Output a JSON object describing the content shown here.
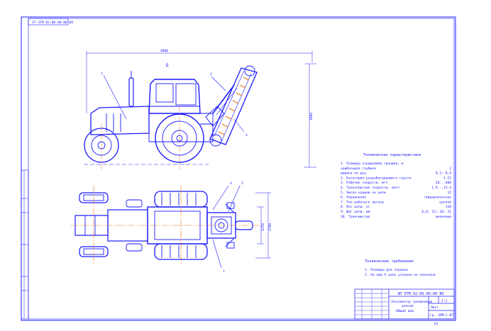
{
  "drawing": {
    "stamp_code": "ЭТ ЗТМ 02.00.00.00 ВО",
    "title_block_code": "ЗП ЗТМ 02.00.00.00 ВО",
    "sheet_label": "Лист",
    "format_label": "А1",
    "scale_value": "1:1",
    "group_code": "гр. ЭЛМ-С-07",
    "product_name_line1": "Экскаватор траншейный",
    "product_name_line2": "цепной",
    "product_name_line3": "Общий вид",
    "view_label": "Б",
    "side_view_callouts": [
      "1",
      "2",
      "3"
    ],
    "top_view_callouts": [
      "4",
      "5",
      "1"
    ],
    "dim_overall_length": "4800",
    "dim_height": "1800",
    "dim_width_top": "1700",
    "dim_width_top2": "1250"
  },
  "specs": {
    "title": "Техническая характеристика",
    "items": [
      {
        "label": "1. Размеры отрываемой траншеи, м",
        "value": ""
      },
      {
        "label": "   наибольшая глубина",
        "value": "2"
      },
      {
        "label": "   ширина по дну",
        "value": "0,2; 0,4"
      },
      {
        "label": "2. Категория разрабатываемого грунта",
        "value": "I-II"
      },
      {
        "label": "3. Рабочие скорости, м/ч",
        "value": "20...600"
      },
      {
        "label": "4. Транспортные скорости, км/ч",
        "value": "1,9...33,4"
      },
      {
        "label": "5. Число ковшей на цепи",
        "value": "12"
      },
      {
        "label": "6. Управление",
        "value": "гидравлическое"
      },
      {
        "label": "7. Тип рабочего органа",
        "value": "цепной"
      },
      {
        "label": "8. Вес цепи, кг",
        "value": "120"
      },
      {
        "label": "9. Шаг цепи, мм",
        "value": "6,8; 12; 18; 21"
      },
      {
        "label": "10. Трансмиссия",
        "value": "шнековый"
      }
    ]
  },
  "requirements": {
    "title": "Технические требования",
    "items": [
      "1. Размеры для справок",
      "2. На вид А цепь условно не показана"
    ]
  },
  "colors": {
    "line": "#1a1aff",
    "accent": "#e8731a",
    "border": "#1a1aff"
  }
}
